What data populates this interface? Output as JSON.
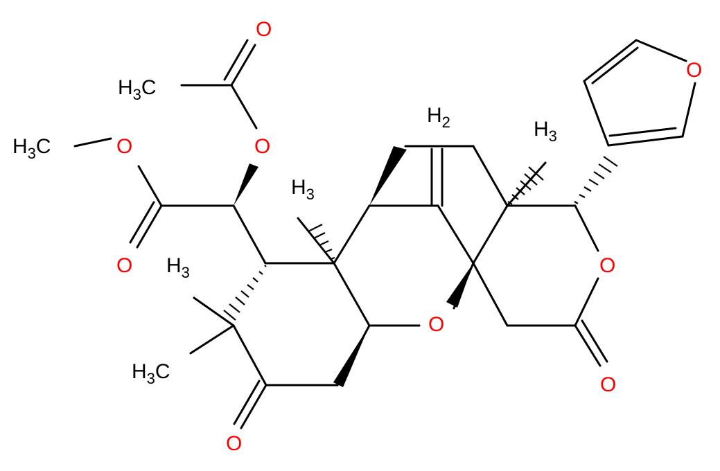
{
  "colors": {
    "bond": "#000000",
    "carbon_label": "#000000",
    "oxygen_label": "#ff0000",
    "background": "#ffffff"
  },
  "labels": {
    "acetyl_carbonyl_o": "O",
    "acetyl_methyl": {
      "main": "H",
      "sub": "3",
      "tail": "C"
    },
    "ester_methyl": {
      "main": "H",
      "sub": "3",
      "tail": "C"
    },
    "ester_ether_o": "O",
    "acetoxy_o": "O",
    "ester_carbonyl_o": "O",
    "gem_methyl_top": {
      "main": "H",
      "sub": "3"
    },
    "gem_methyl_bottom": {
      "main": "H",
      "sub": "3",
      "tail": "C"
    },
    "ketone_o": "O",
    "bridge_methyl": {
      "main": "H",
      "sub": "3"
    },
    "pyran_o": "O",
    "methylene": {
      "main": "H",
      "sub": "2"
    },
    "right_methyl": {
      "main": "H",
      "sub": "3"
    },
    "furan_o": "O",
    "lactone_ring_o": "O",
    "lactone_carbonyl_o": "O"
  }
}
